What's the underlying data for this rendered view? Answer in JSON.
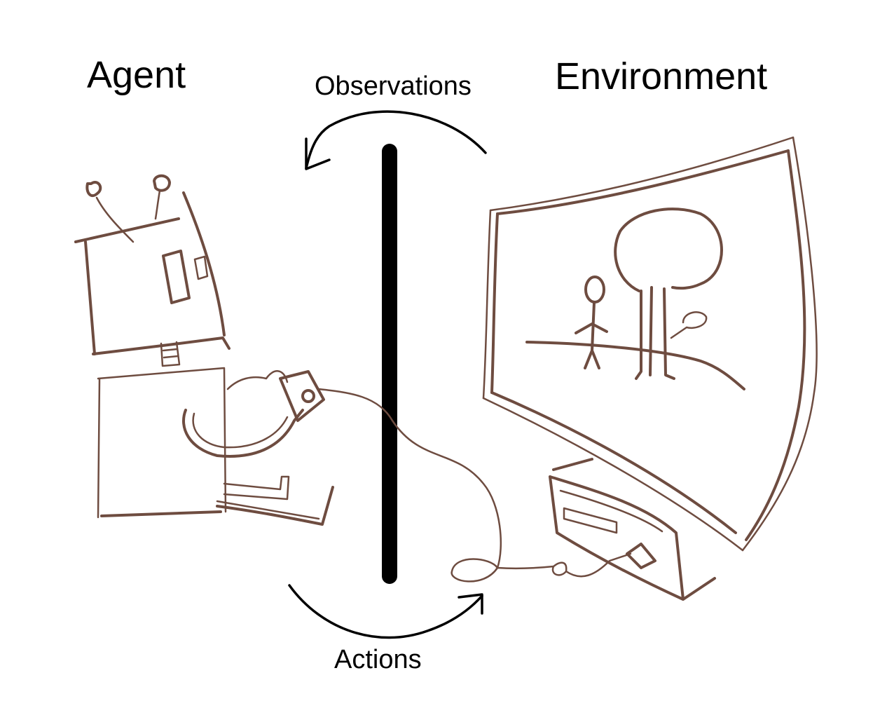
{
  "labels": {
    "agent": "Agent",
    "environment": "Environment",
    "observations": "Observations",
    "actions": "Actions"
  },
  "colors": {
    "sketch": "#6e4c40",
    "divider": "#000000"
  }
}
